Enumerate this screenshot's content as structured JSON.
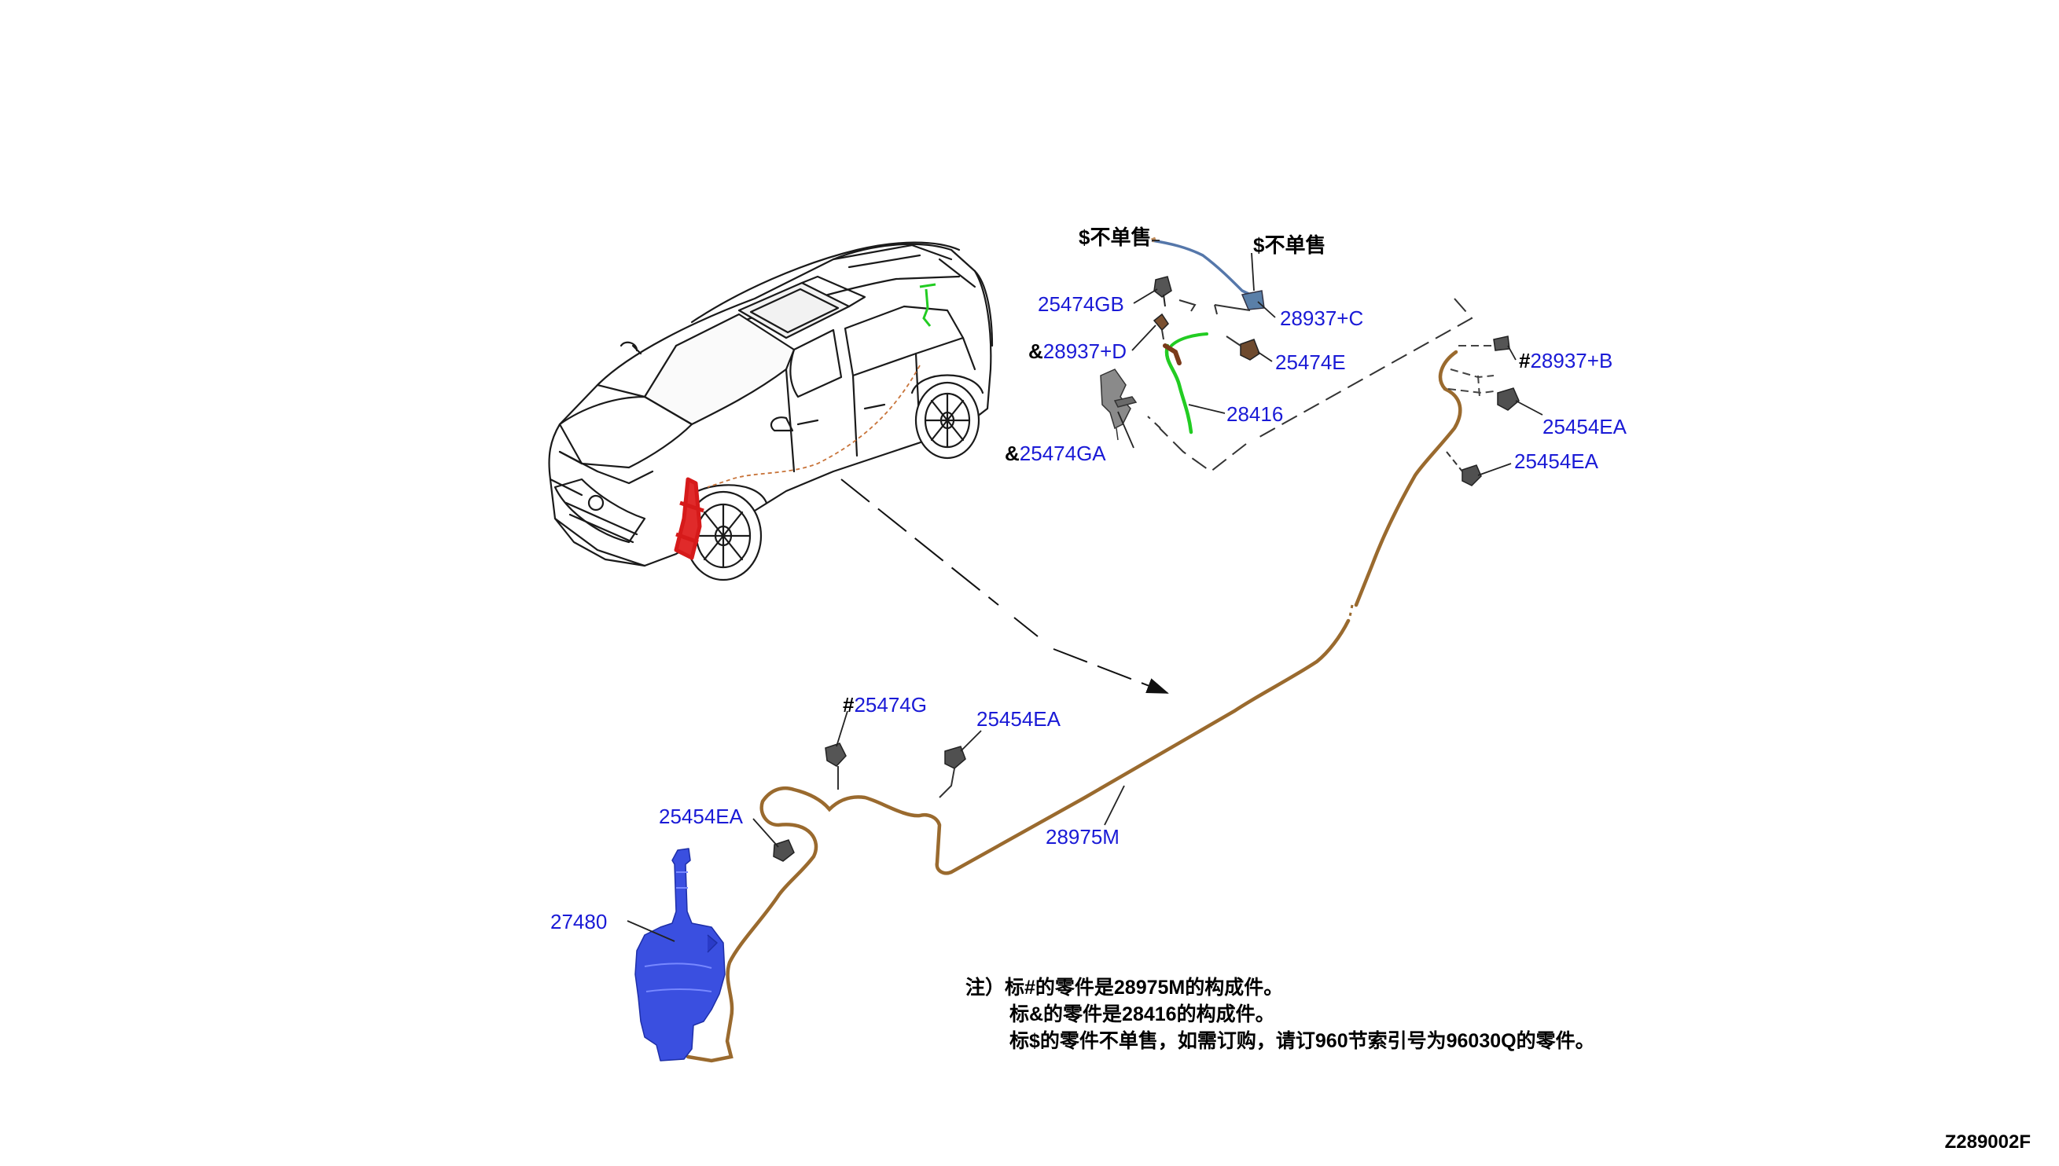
{
  "diagram_code": "Z289002F",
  "colors": {
    "label_blue": "#1a1ad6",
    "hose": "#9a6a2e",
    "tank": "#3a4fe0",
    "highlight_red": "#d61a1a",
    "highlight_green": "#22cc22",
    "line_dark": "#222222"
  },
  "labels": {
    "not_sold_1": {
      "prefix": "$",
      "text": "不单售"
    },
    "not_sold_2": {
      "prefix": "$",
      "text": "不单售"
    },
    "p25474GB": {
      "prefix": "",
      "num": "25474GB"
    },
    "p28937C": {
      "prefix": "",
      "num": "28937+C"
    },
    "p28937D": {
      "prefix": "&",
      "num": "28937+D"
    },
    "p25474E": {
      "prefix": "",
      "num": "25474E"
    },
    "p28416": {
      "prefix": "",
      "num": "28416"
    },
    "p25474GA": {
      "prefix": "&",
      "num": "25474GA"
    },
    "p28937B": {
      "prefix": "#",
      "num": "28937+B"
    },
    "p25454EA_1": {
      "prefix": "",
      "num": "25454EA"
    },
    "p25454EA_2": {
      "prefix": "",
      "num": "25454EA"
    },
    "p25474G": {
      "prefix": "#",
      "num": "25474G"
    },
    "p25454EA_3": {
      "prefix": "",
      "num": "25454EA"
    },
    "p25454EA_4": {
      "prefix": "",
      "num": "25454EA"
    },
    "p28975M": {
      "prefix": "",
      "num": "28975M"
    },
    "p27480": {
      "prefix": "",
      "num": "27480"
    }
  },
  "notes": {
    "line1": "注）标#的零件是28975M的构成件。",
    "line2": "标&的零件是28416的构成件。",
    "line3": "标$的零件不单售，如需订购，请订960节索引号为96030Q的零件。"
  }
}
